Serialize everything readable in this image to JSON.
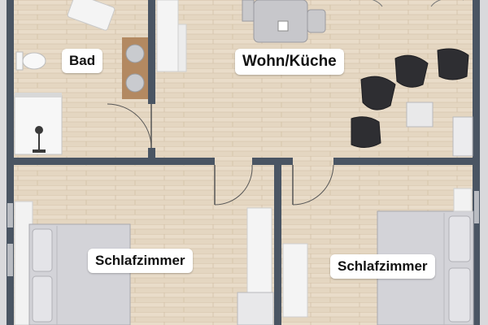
{
  "rooms": {
    "bad": {
      "label": "Bad"
    },
    "wohn_kueche": {
      "label": "Wohn/Küche"
    },
    "schlafzimmer_links": {
      "label": "Schlafzimmer"
    },
    "schlafzimmer_rechts": {
      "label": "Schlafzimmer"
    }
  },
  "colors": {
    "wall": "#4a5563",
    "floor": "#e4d6c1",
    "floor_plank_line": "#d3c1a7",
    "outside": "#d9d9dc",
    "furniture_white": "#f3f3f3",
    "bed_cover": "#cfcfd4",
    "armchair": "#2f2f33",
    "label_background": "#ffffff"
  },
  "icons": [
    "toilet-icon",
    "sink-icon",
    "shower-icon",
    "door-swing-icon",
    "armchair-icon",
    "bed-icon",
    "dining-table-icon"
  ]
}
